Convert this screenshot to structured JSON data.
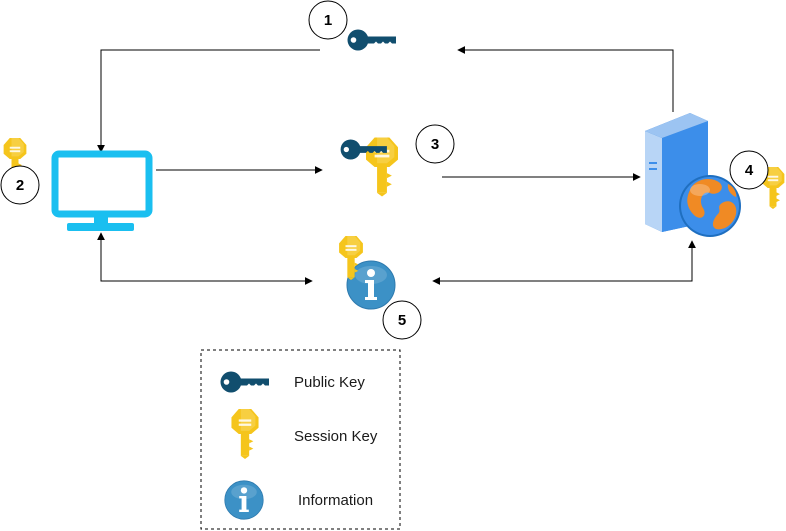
{
  "steps": {
    "s1": "1",
    "s2": "2",
    "s3": "3",
    "s4": "4",
    "s5": "5"
  },
  "legend": {
    "public_key": "Public Key",
    "session_key": "Session Key",
    "information": "Information"
  },
  "icons": {
    "client": "computer-monitor-icon",
    "server": "web-server-globe-icon",
    "public_key": "public-key-icon",
    "session_key": "session-key-icon",
    "information": "information-icon"
  },
  "colors": {
    "monitor": "#1ABFF0",
    "public_key": "#114E6E",
    "session_key": "#F5C51C",
    "information": "#3C91C6",
    "server": "#3C8EEA",
    "globe": "#F08A24"
  }
}
